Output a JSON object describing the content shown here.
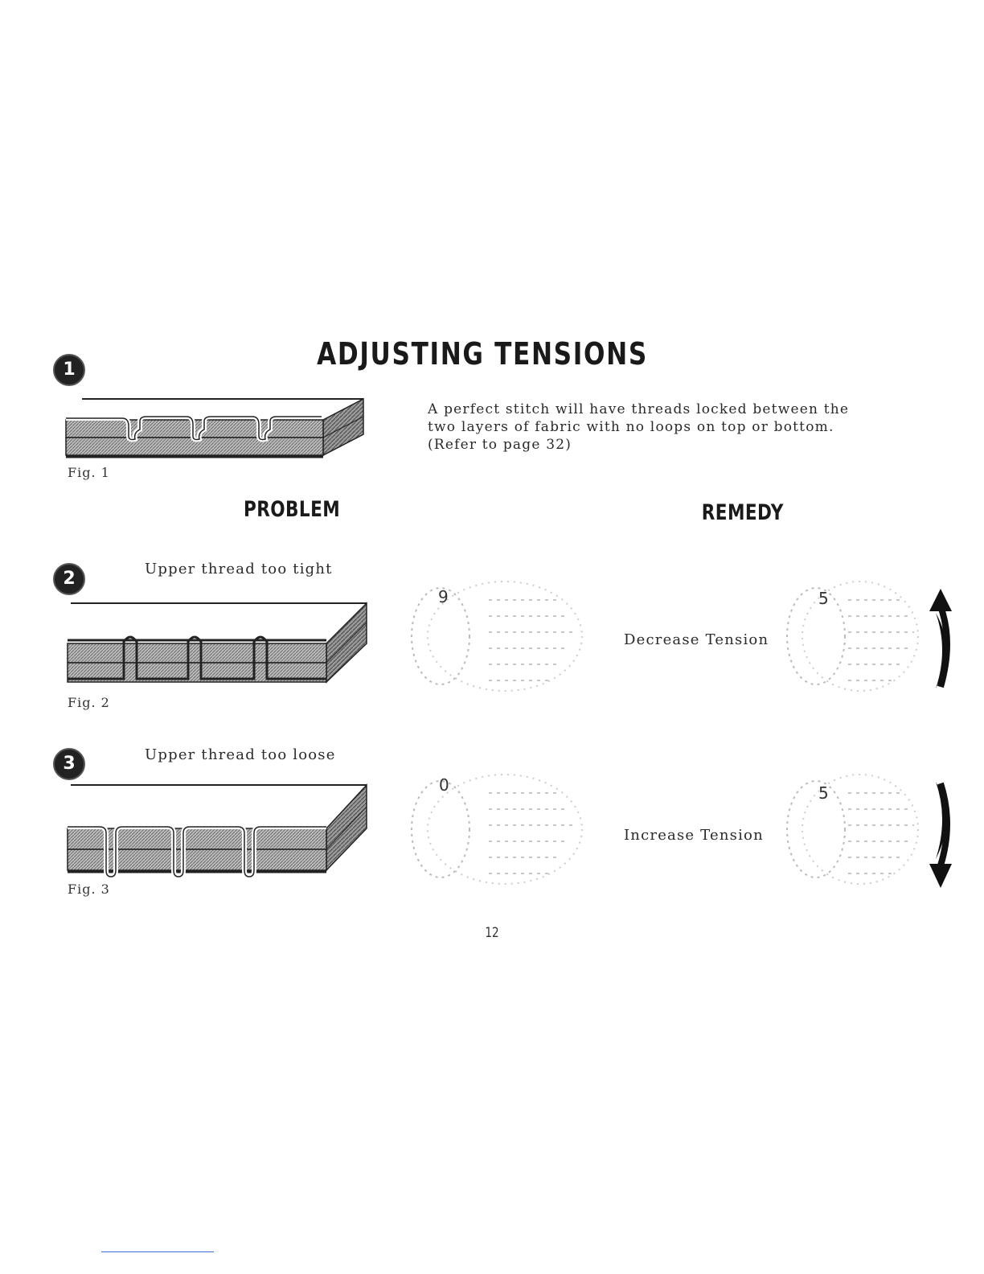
{
  "title": "ADJUSTING TENSIONS",
  "intro_lines": [
    "A perfect stitch will have threads locked between the",
    "two layers of fabric with no loops on top or bottom.",
    "(Refer to page 32)"
  ],
  "figures": {
    "fig1": {
      "badge": "1",
      "caption": "Fig. 1"
    },
    "fig2": {
      "badge": "2",
      "caption": "Fig. 2",
      "problem": "Upper thread too tight"
    },
    "fig3": {
      "badge": "3",
      "caption": "Fig. 3",
      "problem": "Upper thread too loose"
    }
  },
  "headings": {
    "problem": "PROBLEM",
    "remedy": "REMEDY"
  },
  "remedies": {
    "row1": {
      "action": "Decrease Tension",
      "dial_before": "9",
      "dial_after": "5"
    },
    "row2": {
      "action": "Increase Tension",
      "dial_before": "0",
      "dial_after": "5"
    }
  },
  "page_number": "12"
}
